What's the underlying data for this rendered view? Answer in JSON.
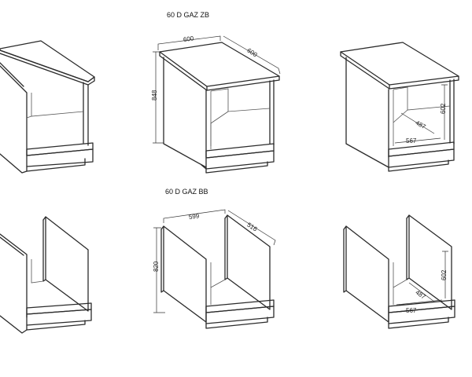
{
  "titles": {
    "top": "60 D GAZ ZB",
    "bottom": "60 D GAZ BB"
  },
  "top_row": {
    "dim_width": "600",
    "dim_depth": "600",
    "dim_height": "848",
    "dim_inner_height": "602",
    "dim_inner_width": "567",
    "dim_inner_depth": "487"
  },
  "bottom_row": {
    "dim_width": "599",
    "dim_depth": "516",
    "dim_height": "820",
    "dim_inner_height": "602",
    "dim_inner_width": "567",
    "dim_inner_depth": "487"
  }
}
